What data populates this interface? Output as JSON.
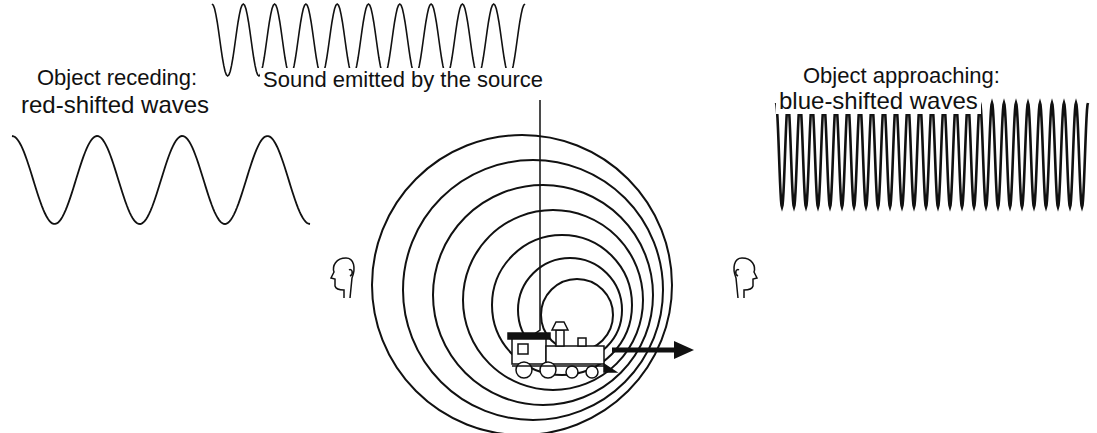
{
  "diagram": {
    "labels": [
      "Object receding:",
      "red-shifted waves",
      "Sound emitted by the source",
      "Object approaching:",
      "blue-shifted waves"
    ]
  }
}
